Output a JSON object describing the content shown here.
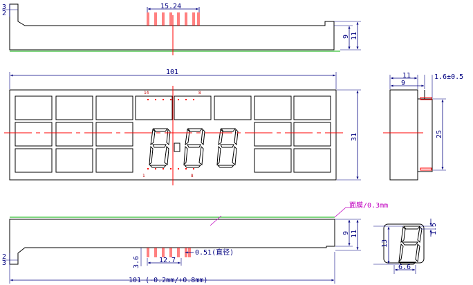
{
  "top_view": {
    "dim_pin_pitch_total": "15.24",
    "dim_left_small_a": "3",
    "dim_left_small_b": "2",
    "dim_right_inner": "9",
    "dim_right_outer": "11"
  },
  "front_view": {
    "dim_width": "101",
    "dim_height": "31",
    "pin_first_top": "14",
    "pin_last_top": "8",
    "pin_first_bottom": "1",
    "pin_last_bottom": "8"
  },
  "side_view": {
    "dim_outer_width": "11",
    "dim_inner_width": "9",
    "dim_film": "1.6±0.5",
    "dim_pin_span": "25"
  },
  "bottom_view": {
    "film_note": "面膜/0.3mm",
    "dim_left_a": "2",
    "dim_left_b": "3",
    "dim_pin_len": "3.6",
    "dim_pin_pitch_total": "12.7",
    "dim_pin_dia": "0.51(直径)",
    "dim_right_inner": "9",
    "dim_right_outer": "11",
    "dim_width_tol": "101 (-0.2mm/+0.8mm)"
  },
  "digit_detail": {
    "dim_height": "13",
    "dim_stroke": "1.5",
    "dim_width": "6.6"
  },
  "colors": {
    "outline": "#000000",
    "dimension": "#000080",
    "centerline": "#ff0000",
    "pin": "#ff0000",
    "panel_edge": "#00b000",
    "annotation": "#c000c0"
  }
}
